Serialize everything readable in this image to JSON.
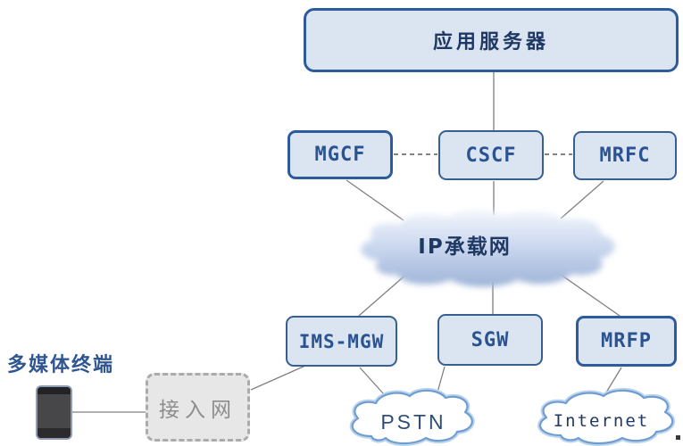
{
  "labels": {
    "app_server": "应用服务器",
    "mgcf": "MGCF",
    "cscf": "CSCF",
    "mrfc": "MRFC",
    "ip_cloud": "IP承载网",
    "ims_mgw": "IMS-MGW",
    "sgw": "SGW",
    "mrfp": "MRFP",
    "terminal": "多媒体终端",
    "access_network": "接入网",
    "pstn": "PSTN",
    "internet": "Internet"
  },
  "colors": {
    "box_fill": "#dbe5f1",
    "box_border": "#2e5b9c",
    "box_text": "#2b5391",
    "title_text": "#1f3864",
    "connector_line": "#808080",
    "dashed_connector": "#595959",
    "access_fill": "#e7e7e7",
    "access_border": "#ababab",
    "access_text": "#8c8c8c",
    "cloud_gradient_top": "#f2f6fc",
    "cloud_gradient_mid": "#ccd9ef",
    "cloud_gradient_bottom": "#9db3d8",
    "small_cloud_stroke": "#7fa8d6",
    "phone_body": "#3f3f41",
    "phone_border": "#8e9db5"
  }
}
